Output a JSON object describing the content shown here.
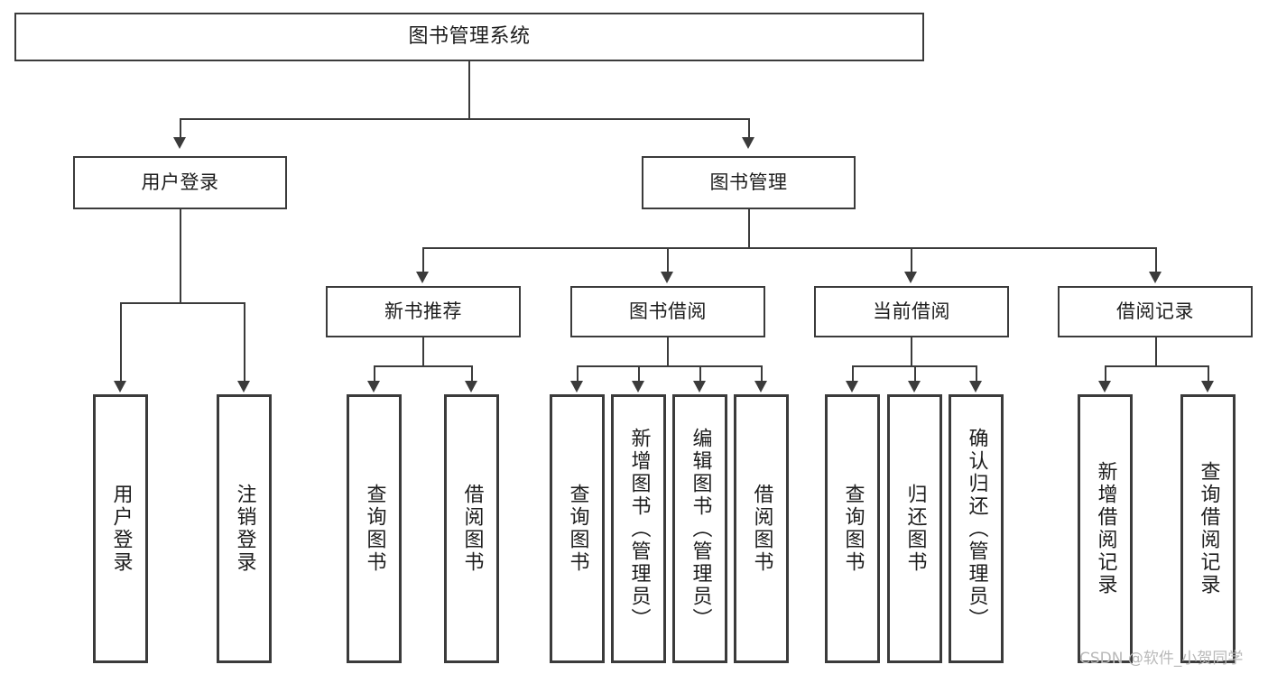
{
  "diagram": {
    "title": "图书管理系统",
    "watermark": "CSDN @软件_小贺同学"
  },
  "nodes": {
    "root": {
      "label": "图书管理系统"
    },
    "level1": [
      {
        "id": "user-login",
        "label": "用户登录"
      },
      {
        "id": "book-manage",
        "label": "图书管理"
      }
    ],
    "level2": [
      {
        "id": "new-book-recommend",
        "label": "新书推荐"
      },
      {
        "id": "book-borrow",
        "label": "图书借阅"
      },
      {
        "id": "current-borrow",
        "label": "当前借阅"
      },
      {
        "id": "borrow-record",
        "label": "借阅记录"
      }
    ],
    "leaves": [
      {
        "id": "leaf-user-login",
        "label": "用户登录"
      },
      {
        "id": "leaf-logout",
        "label": "注销登录"
      },
      {
        "id": "leaf-query-book-1",
        "label": "查询图书"
      },
      {
        "id": "leaf-borrow-book-1",
        "label": "借阅图书"
      },
      {
        "id": "leaf-query-book-2",
        "label": "查询图书"
      },
      {
        "id": "leaf-add-book",
        "label": "新增图书（管理员）"
      },
      {
        "id": "leaf-edit-book",
        "label": "编辑图书（管理员）"
      },
      {
        "id": "leaf-borrow-book-2",
        "label": "借阅图书"
      },
      {
        "id": "leaf-query-book-3",
        "label": "查询图书"
      },
      {
        "id": "leaf-return-book",
        "label": "归还图书"
      },
      {
        "id": "leaf-confirm-return",
        "label": "确认归还（管理员）"
      },
      {
        "id": "leaf-add-record",
        "label": "新增借阅记录"
      },
      {
        "id": "leaf-query-record",
        "label": "查询借阅记录"
      }
    ]
  },
  "colors": {
    "stroke": "#3b3b3b",
    "text": "#1d1d1d",
    "background": "#ffffff",
    "watermark": "#b9b9b9"
  }
}
